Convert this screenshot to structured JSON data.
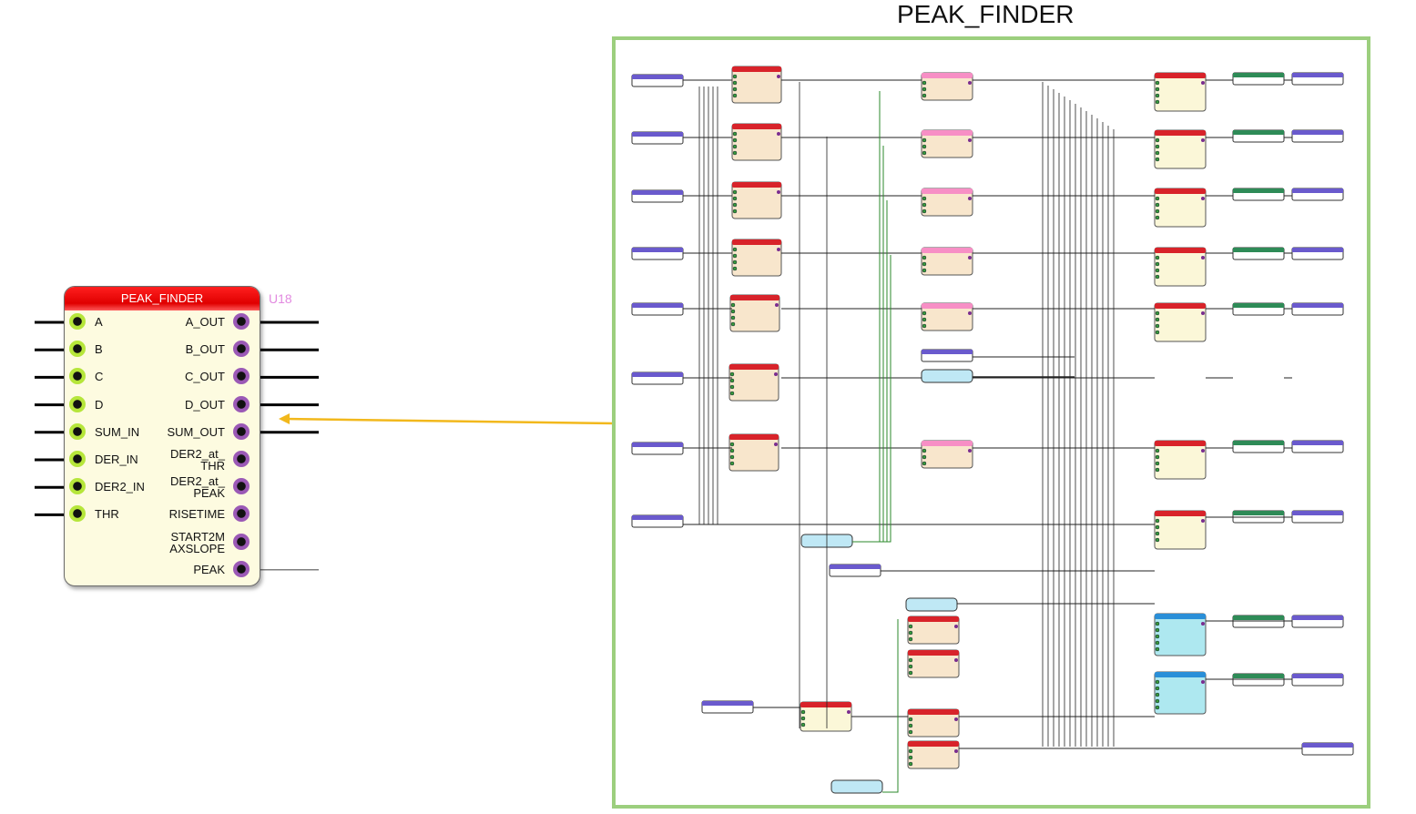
{
  "diagram_title": "PEAK_FINDER",
  "block": {
    "name": "PEAK_FINDER",
    "instance": "U18",
    "inputs": [
      "A",
      "B",
      "C",
      "D",
      "SUM_IN",
      "DER_IN",
      "DER2_IN",
      "THR"
    ],
    "outputs": [
      "A_OUT",
      "B_OUT",
      "C_OUT",
      "D_OUT",
      "SUM_OUT",
      "DER2_at_\nTHR",
      "DER2_at_\nPEAK",
      "RISETIME",
      "START2M\nAXSLOPE",
      "PEAK"
    ]
  },
  "colors": {
    "frame": "#9ccf7e",
    "header": "#ff1f1f",
    "arrow": "#f2b81c",
    "input_pin": "#b6e63a",
    "output_pin": "#7a2d8f",
    "instance_label": "#e28ae0"
  }
}
